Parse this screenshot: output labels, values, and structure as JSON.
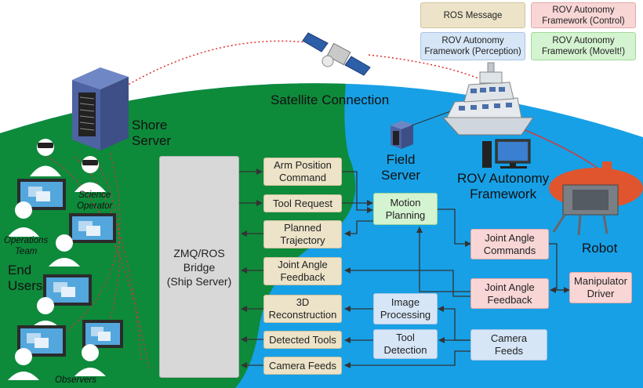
{
  "legend": {
    "ros_message": "ROS Message",
    "control": "ROV Autonomy\nFramework (Control)",
    "perception": "ROV Autonomy\nFramework (Perception)",
    "moveit": "ROV Autonomy\nFramework (MoveIt!)"
  },
  "labels": {
    "satellite_connection": "Satellite Connection",
    "shore_server": "Shore\nServer",
    "field_server": "Field\nServer",
    "rov_autonomy_framework": "ROV Autonomy\nFramework",
    "robot": "Robot",
    "end_users": "End\nUsers",
    "science_operator": "Science\nOperator",
    "operations_team": "Operations\nTeam",
    "observers": "Observers"
  },
  "bridge": "ZMQ/ROS\nBridge\n(Ship Server)",
  "ros_messages": {
    "arm_position_command": "Arm Position\nCommand",
    "tool_request": "Tool Request",
    "planned_trajectory": "Planned\nTrajectory",
    "joint_angle_feedback": "Joint Angle\nFeedback",
    "reconstruction_3d": "3D\nReconstruction",
    "detected_tools": "Detected Tools",
    "camera_feeds": "Camera Feeds"
  },
  "nodes": {
    "motion_planning": "Motion\nPlanning",
    "joint_angle_commands": "Joint Angle\nCommands",
    "joint_angle_feedback": "Joint Angle\nFeedback",
    "manipulator_driver": "Manipulator\nDriver",
    "image_processing": "Image\nProcessing",
    "tool_detection": "Tool\nDetection",
    "camera_feeds": "Camera\nFeeds"
  },
  "colors": {
    "land_green": "#0f8a3a",
    "ocean_blue": "#1aa3e8",
    "satellite_link": "#e03030",
    "arrow": "#333333"
  }
}
